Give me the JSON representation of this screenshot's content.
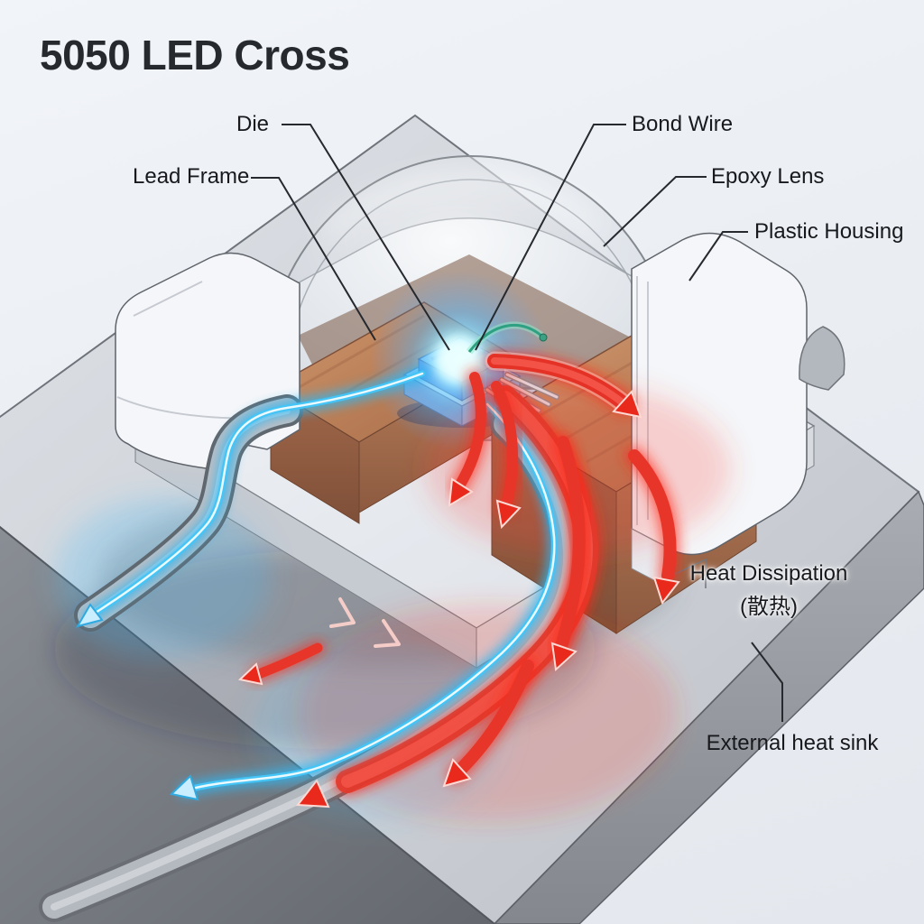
{
  "title": "5050 LED Cross",
  "labels": {
    "die": "Die",
    "bond_wire": "Bond Wire",
    "lead_frame": "Lead Frame",
    "epoxy_lens": "Epoxy Lens",
    "plastic_housing": "Plastic Housing",
    "heat_dissipation": "Heat Dissipation",
    "heat_dissipation_cn": "(散热)",
    "external_heat_sink": "External heat sink"
  },
  "colors": {
    "heat_flow_red": "#e8352a",
    "current_flow_blue": "#3bbdf4",
    "copper_lead_frame": "#b97a55",
    "board_gray": "#c9cdd3",
    "housing_white": "#f4f6f9",
    "die_glow_cyan": "#7fd9ff",
    "label_text": "#17191d"
  }
}
